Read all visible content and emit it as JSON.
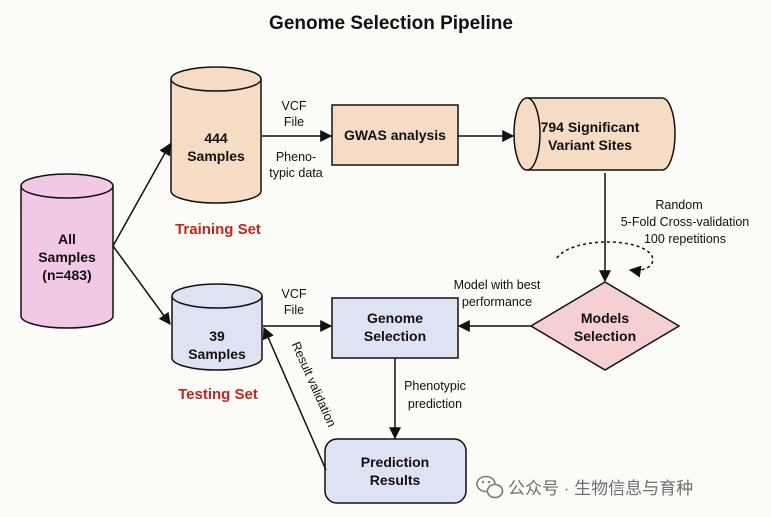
{
  "title": "Genome Selection Pipeline",
  "colors": {
    "all_samples": "#f2c9e5",
    "training": "#f6dcc4",
    "testing": "#dde3f3",
    "gwas": "#f6dcc4",
    "variants": "#f6dcc4",
    "genome_selection": "#dde3f3",
    "models_selection": "#f6cfd3",
    "prediction": "#dde3f3",
    "set_label": "#c0281e"
  },
  "nodes": {
    "all_samples": [
      "All",
      "Samples",
      "(n=483)"
    ],
    "training": [
      "444",
      "Samples"
    ],
    "testing": [
      "39",
      "Samples"
    ],
    "gwas": "GWAS analysis",
    "variants": [
      "794 Significant",
      "Variant Sites"
    ],
    "models_selection": [
      "Models",
      "Selection"
    ],
    "genome_selection": [
      "Genome",
      "Selection"
    ],
    "prediction": [
      "Prediction",
      "Results"
    ]
  },
  "labels": {
    "training_set": "Training Set",
    "testing_set": "Testing Set",
    "vcf_top": [
      "VCF",
      "File"
    ],
    "pheno_top": [
      "Pheno-",
      "typic data"
    ],
    "random": [
      "Random",
      "5-Fold Cross-validation",
      "100 repetitions"
    ],
    "best_model": [
      "Model with best",
      "performance"
    ],
    "vcf_bottom": [
      "VCF",
      "File"
    ],
    "phenotypic_prediction": [
      "Phenotypic",
      "prediction"
    ],
    "result_validation": "Result validation"
  },
  "watermark": {
    "icon": "wechat-icon",
    "text": "公众号 · 生物信息与育种"
  }
}
